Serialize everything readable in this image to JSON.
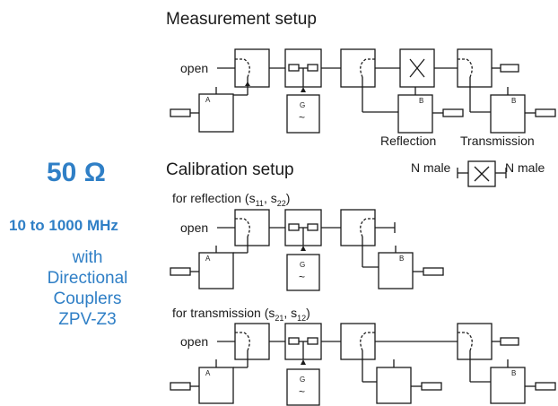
{
  "titles": {
    "measurement": "Measurement setup",
    "calibration": "Calibration setup"
  },
  "left_panel": {
    "impedance": "50 Ω",
    "freq_range": "10 to 1000 MHz",
    "line1": "with",
    "line2": "Directional",
    "line3": "Couplers",
    "line4": "ZPV-Z3"
  },
  "labels": {
    "open": "open",
    "reflection": "Reflection",
    "transmission": "Transmission",
    "n_male_left": "N male",
    "n_male_right": "N male",
    "cal_reflection_prefix": "for reflection (s",
    "cal_reflection_sub1": "11",
    "cal_reflection_mid": ", s",
    "cal_reflection_sub2": "22",
    "cal_reflection_suffix": ")",
    "cal_transmission_prefix": "for transmission (s",
    "cal_transmission_sub1": "21",
    "cal_transmission_mid": ", s",
    "cal_transmission_sub2": "12",
    "cal_transmission_suffix": ")"
  },
  "block_marks": {
    "a": "A",
    "b": "B",
    "g": "G",
    "tilde": "~"
  },
  "colors": {
    "accent": "#2f7fc6",
    "ink": "#1a1a1a"
  }
}
